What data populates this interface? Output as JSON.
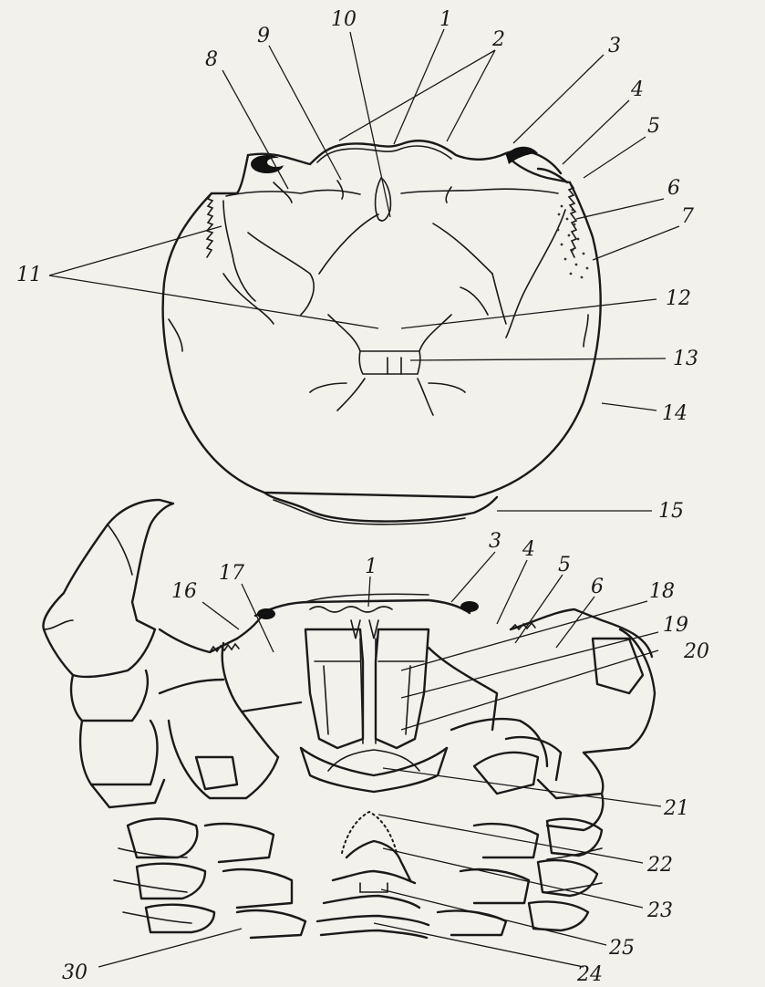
{
  "figure": {
    "labels_top": [
      "1",
      "2",
      "3",
      "4",
      "5",
      "6",
      "7",
      "8",
      "9",
      "10",
      "11",
      "12",
      "13",
      "14",
      "15"
    ],
    "labels_bottom": [
      "1",
      "3",
      "4",
      "5",
      "6",
      "16",
      "17",
      "18",
      "19",
      "20",
      "21",
      "22",
      "23",
      "24",
      "25",
      "30"
    ]
  }
}
